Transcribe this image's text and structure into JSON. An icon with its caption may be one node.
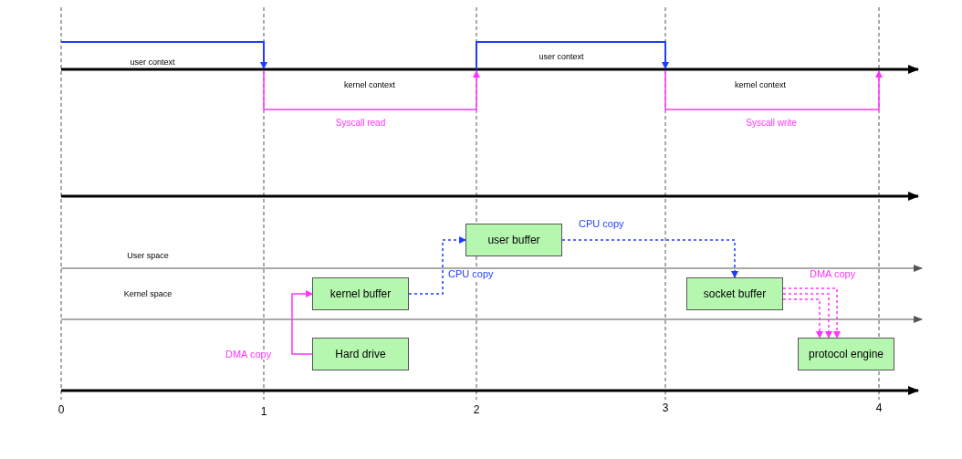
{
  "diagram": {
    "nodes": [
      {
        "text": [
          "user buffer"
        ]
      },
      {
        "text": [
          "kernel buffer"
        ]
      },
      {
        "text": [
          "socket buffer"
        ]
      },
      {
        "text": [
          "Hard drive"
        ]
      },
      {
        "text": [
          "protocol engine"
        ]
      }
    ],
    "edges": [
      {
        "from": 3,
        "to": 1,
        "arrow": "to",
        "label": "DMA copy"
      },
      {
        "from": 1,
        "to": 0,
        "arrow": "to",
        "label": "CPU copy",
        "style": "dashed",
        "color": "#1f3dff"
      },
      {
        "from": 0,
        "to": 2,
        "arrow": "to",
        "label": "CPU copy",
        "style": "dashed",
        "color": "#1f3dff"
      },
      {
        "from": 2,
        "to": 4,
        "arrow": "to",
        "label": "DMA copy",
        "style": "dashed"
      },
      {
        "from": 2,
        "to": 4,
        "arrow": "to",
        "style": "dashed"
      },
      {
        "from": 2,
        "to": 4,
        "arrow": "to",
        "style": "dashed"
      }
    ],
    "labels": [
      "user context",
      "kernel context",
      "Syscall read",
      "user context",
      "kernel context",
      "Syscall write",
      "User space",
      "Kernel space",
      "0",
      "1",
      "2",
      "3",
      "4"
    ]
  }
}
